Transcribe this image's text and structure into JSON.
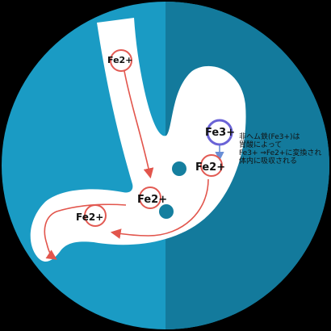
{
  "colors": {
    "background": "#000000",
    "circle_light": "#1a9bc4",
    "circle_dark": "#137a9c",
    "stomach": "#ffffff",
    "arrow": "#e2554c",
    "ring_red": "#e25a53",
    "ring_blue": "#6a63d6",
    "dot": "#157f9f"
  },
  "labels": {
    "fe2_esophagus": "Fe2+",
    "fe3_upper": "Fe3+",
    "fe2_right": "Fe2+",
    "fe2_center": "Fe2+",
    "fe2_left": "Fe2+"
  },
  "note": {
    "line1": "非ヘム鉄(Fe3+)は",
    "line2": "胃酸によって",
    "line3": "Fe3+ ⇒Fe2+に変換され",
    "line4": "体内に吸収される"
  },
  "icons": [
    "stomach-icon",
    "ion-ring-icon",
    "flow-arrow-icon",
    "conversion-arrow-icon"
  ]
}
